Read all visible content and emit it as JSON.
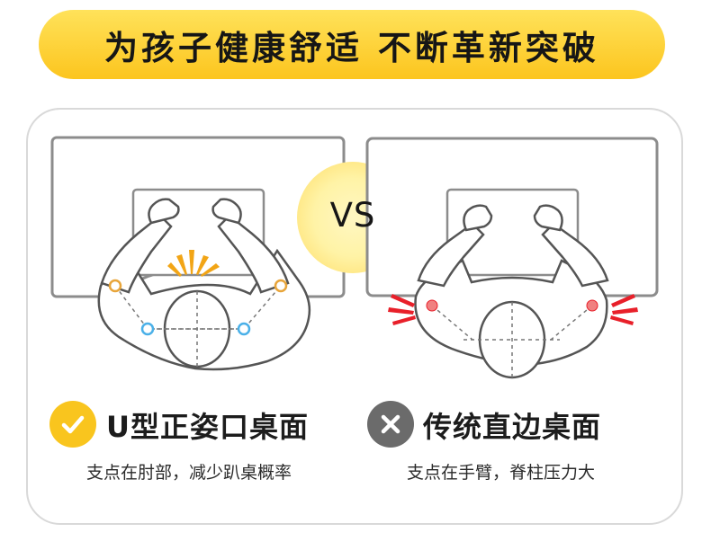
{
  "header": {
    "title": "为孩子健康舒适 不断革新突破"
  },
  "comparison": {
    "vs_label": "VS",
    "left": {
      "title": "U型正姿口桌面",
      "subtitle": "支点在肘部，减少趴桌概率",
      "badge_icon": "checkmark-icon",
      "badge_color": "#f9c51e"
    },
    "right": {
      "title": "传统直边桌面",
      "subtitle": "支点在手臂，脊柱压力大",
      "badge_icon": "cross-icon",
      "badge_color": "#6b6b6b"
    }
  },
  "colors": {
    "accent_yellow": "#fcc51e",
    "support_orange": "#e8a53a",
    "support_blue": "#4ab0e8",
    "pressure_red": "#e8202a"
  }
}
